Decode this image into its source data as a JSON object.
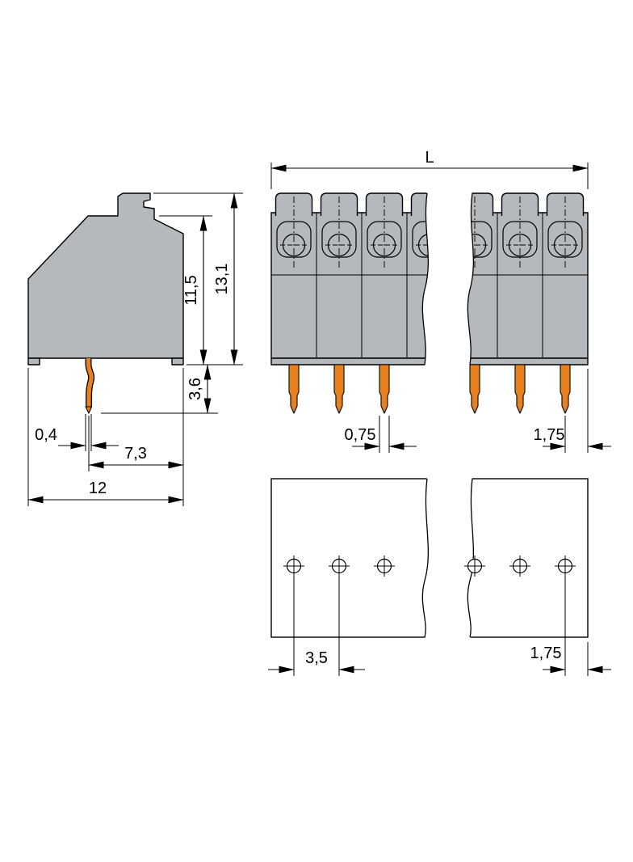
{
  "drawing": {
    "colors": {
      "body": "#b3b9bc",
      "pin": "#e8801e",
      "outline": "#000000",
      "background": "#ffffff"
    },
    "side_view": {
      "dimensions": {
        "body_height": "11,5",
        "total_height": "13,1",
        "pin_length": "3,6",
        "pin_thickness": "0,4",
        "pin_to_edge": "7,3",
        "depth": "12"
      }
    },
    "front_view": {
      "dimensions": {
        "total_length": "L",
        "pin_width": "0,75",
        "pin_to_end": "1,75"
      }
    },
    "footprint_view": {
      "dimensions": {
        "pitch": "3,5",
        "hole_to_edge": "1,75"
      }
    }
  }
}
